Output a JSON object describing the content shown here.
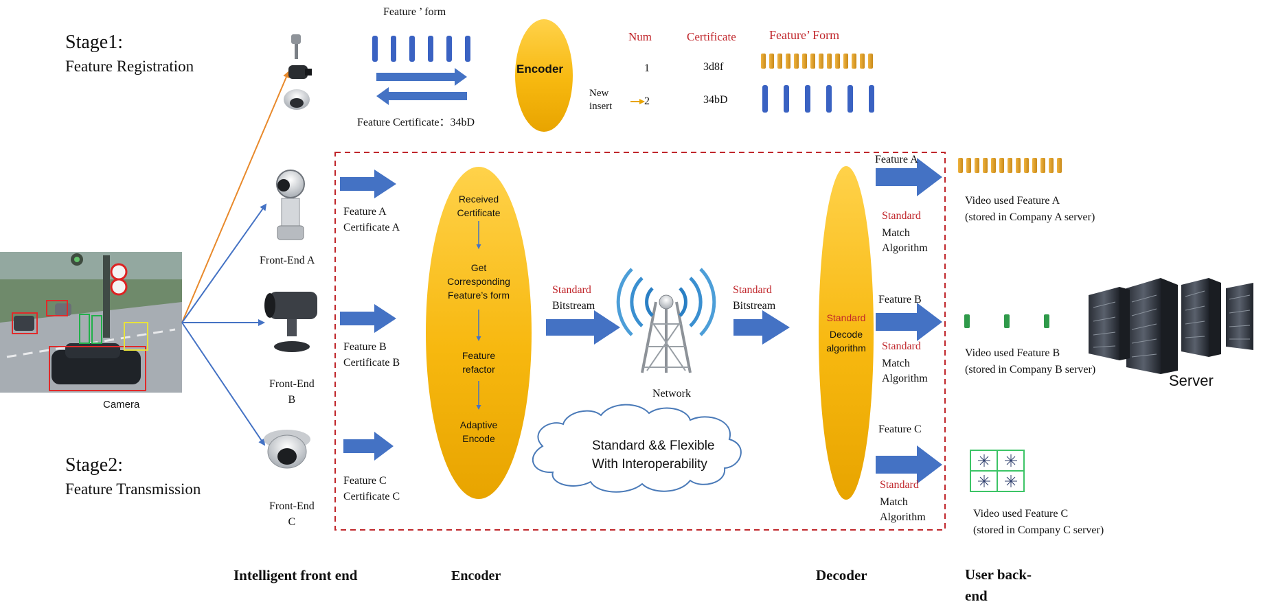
{
  "stage1": {
    "title": "Stage1:",
    "subtitle": "Feature Registration"
  },
  "stage2": {
    "title": "Stage2:",
    "subtitle": "Feature Transmission"
  },
  "camera": {
    "label": "Camera"
  },
  "registration": {
    "feature_form_label": "Feature ’ form",
    "feature_certificate_label": "Feature Certificate：34bD",
    "encoder_label": "Encoder",
    "table_headers": [
      "Num",
      "Certificate",
      "Feature’ Form"
    ],
    "rows": [
      {
        "num": "1",
        "certificate": "3d8f"
      },
      {
        "num": "2",
        "certificate": "34bD"
      }
    ],
    "new_insert": "New\ninsert"
  },
  "front_ends": [
    {
      "label": "Front-End A",
      "feature": "Feature A\nCertificate A"
    },
    {
      "label": "Front-End\nB",
      "feature": "Feature B\nCertificate B"
    },
    {
      "label": "Front-End\nC",
      "feature": "Feature C\nCertificate C"
    }
  ],
  "encoder_steps": [
    "Received\nCertificate",
    "Get\nCorresponding\nFeature’s form",
    "Feature\nrefactor",
    "Adaptive\nEncode"
  ],
  "bitstream": {
    "standard": "Standard",
    "label": "Bitstream"
  },
  "network": {
    "label": "Network"
  },
  "cloud": {
    "line1": "Standard && Flexible",
    "line2": "With Interoperability"
  },
  "decoder": {
    "standard": "Standard",
    "label": "Decode\nalgorithm"
  },
  "outputs": [
    {
      "feature": "Feature A",
      "standard": "Standard",
      "match": "Match\nAlgorithm",
      "video": "Video used Feature A\n(stored in Company A server)"
    },
    {
      "feature": "Feature B",
      "standard": "Standard",
      "match": "Match\nAlgorithm",
      "video": "Video used Feature B\n(stored in Company B server)"
    },
    {
      "feature": "Feature C",
      "standard": "Standard",
      "match": "Match\nAlgorithm",
      "video": "Video used Feature C\n(stored in Company C server)"
    }
  ],
  "server": {
    "label": "Server"
  },
  "bottom_labels": {
    "front_end": "Intelligent front end",
    "encoder": "Encoder",
    "decoder": "Decoder",
    "backend": "User back-\nend"
  },
  "colors": {
    "arrow_blue": "#4472c4",
    "bar_blue": "#3a62c2",
    "bar_gold": "#e0a12a",
    "ellipse_gold": "#f5b90a",
    "dashed_red": "#c0262b",
    "orange_line": "#e8892b",
    "green": "#2f9a4a"
  }
}
